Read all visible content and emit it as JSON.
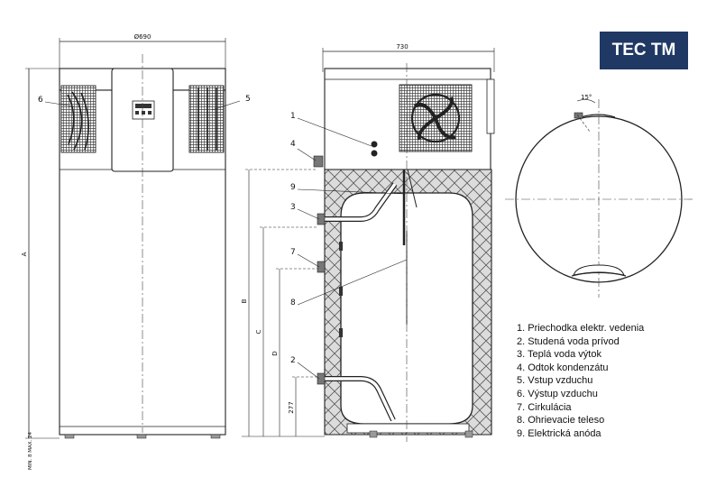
{
  "badge": "TEC TM",
  "dimensions": {
    "width_front": "Ø690",
    "width_side": "730",
    "height_total": "A",
    "dim_b": "B",
    "dim_c": "C",
    "dim_d": "D",
    "dim_bottom": "277",
    "feet": "MIN. 8 MAX. 24",
    "angle": "15°"
  },
  "callouts": [
    "1",
    "2",
    "3",
    "4",
    "5",
    "6",
    "7",
    "8",
    "9"
  ],
  "legend": [
    "1. Priechodka elektr. vedenia",
    "2. Studená voda prívod",
    "3. Teplá voda výtok",
    "4. Odtok kondenzátu",
    "5. Vstup vzduchu",
    "6. Výstup vzduchu",
    "7. Cirkulácia",
    "8. Ohrievacie teleso",
    "9. Elektrická anóda"
  ]
}
